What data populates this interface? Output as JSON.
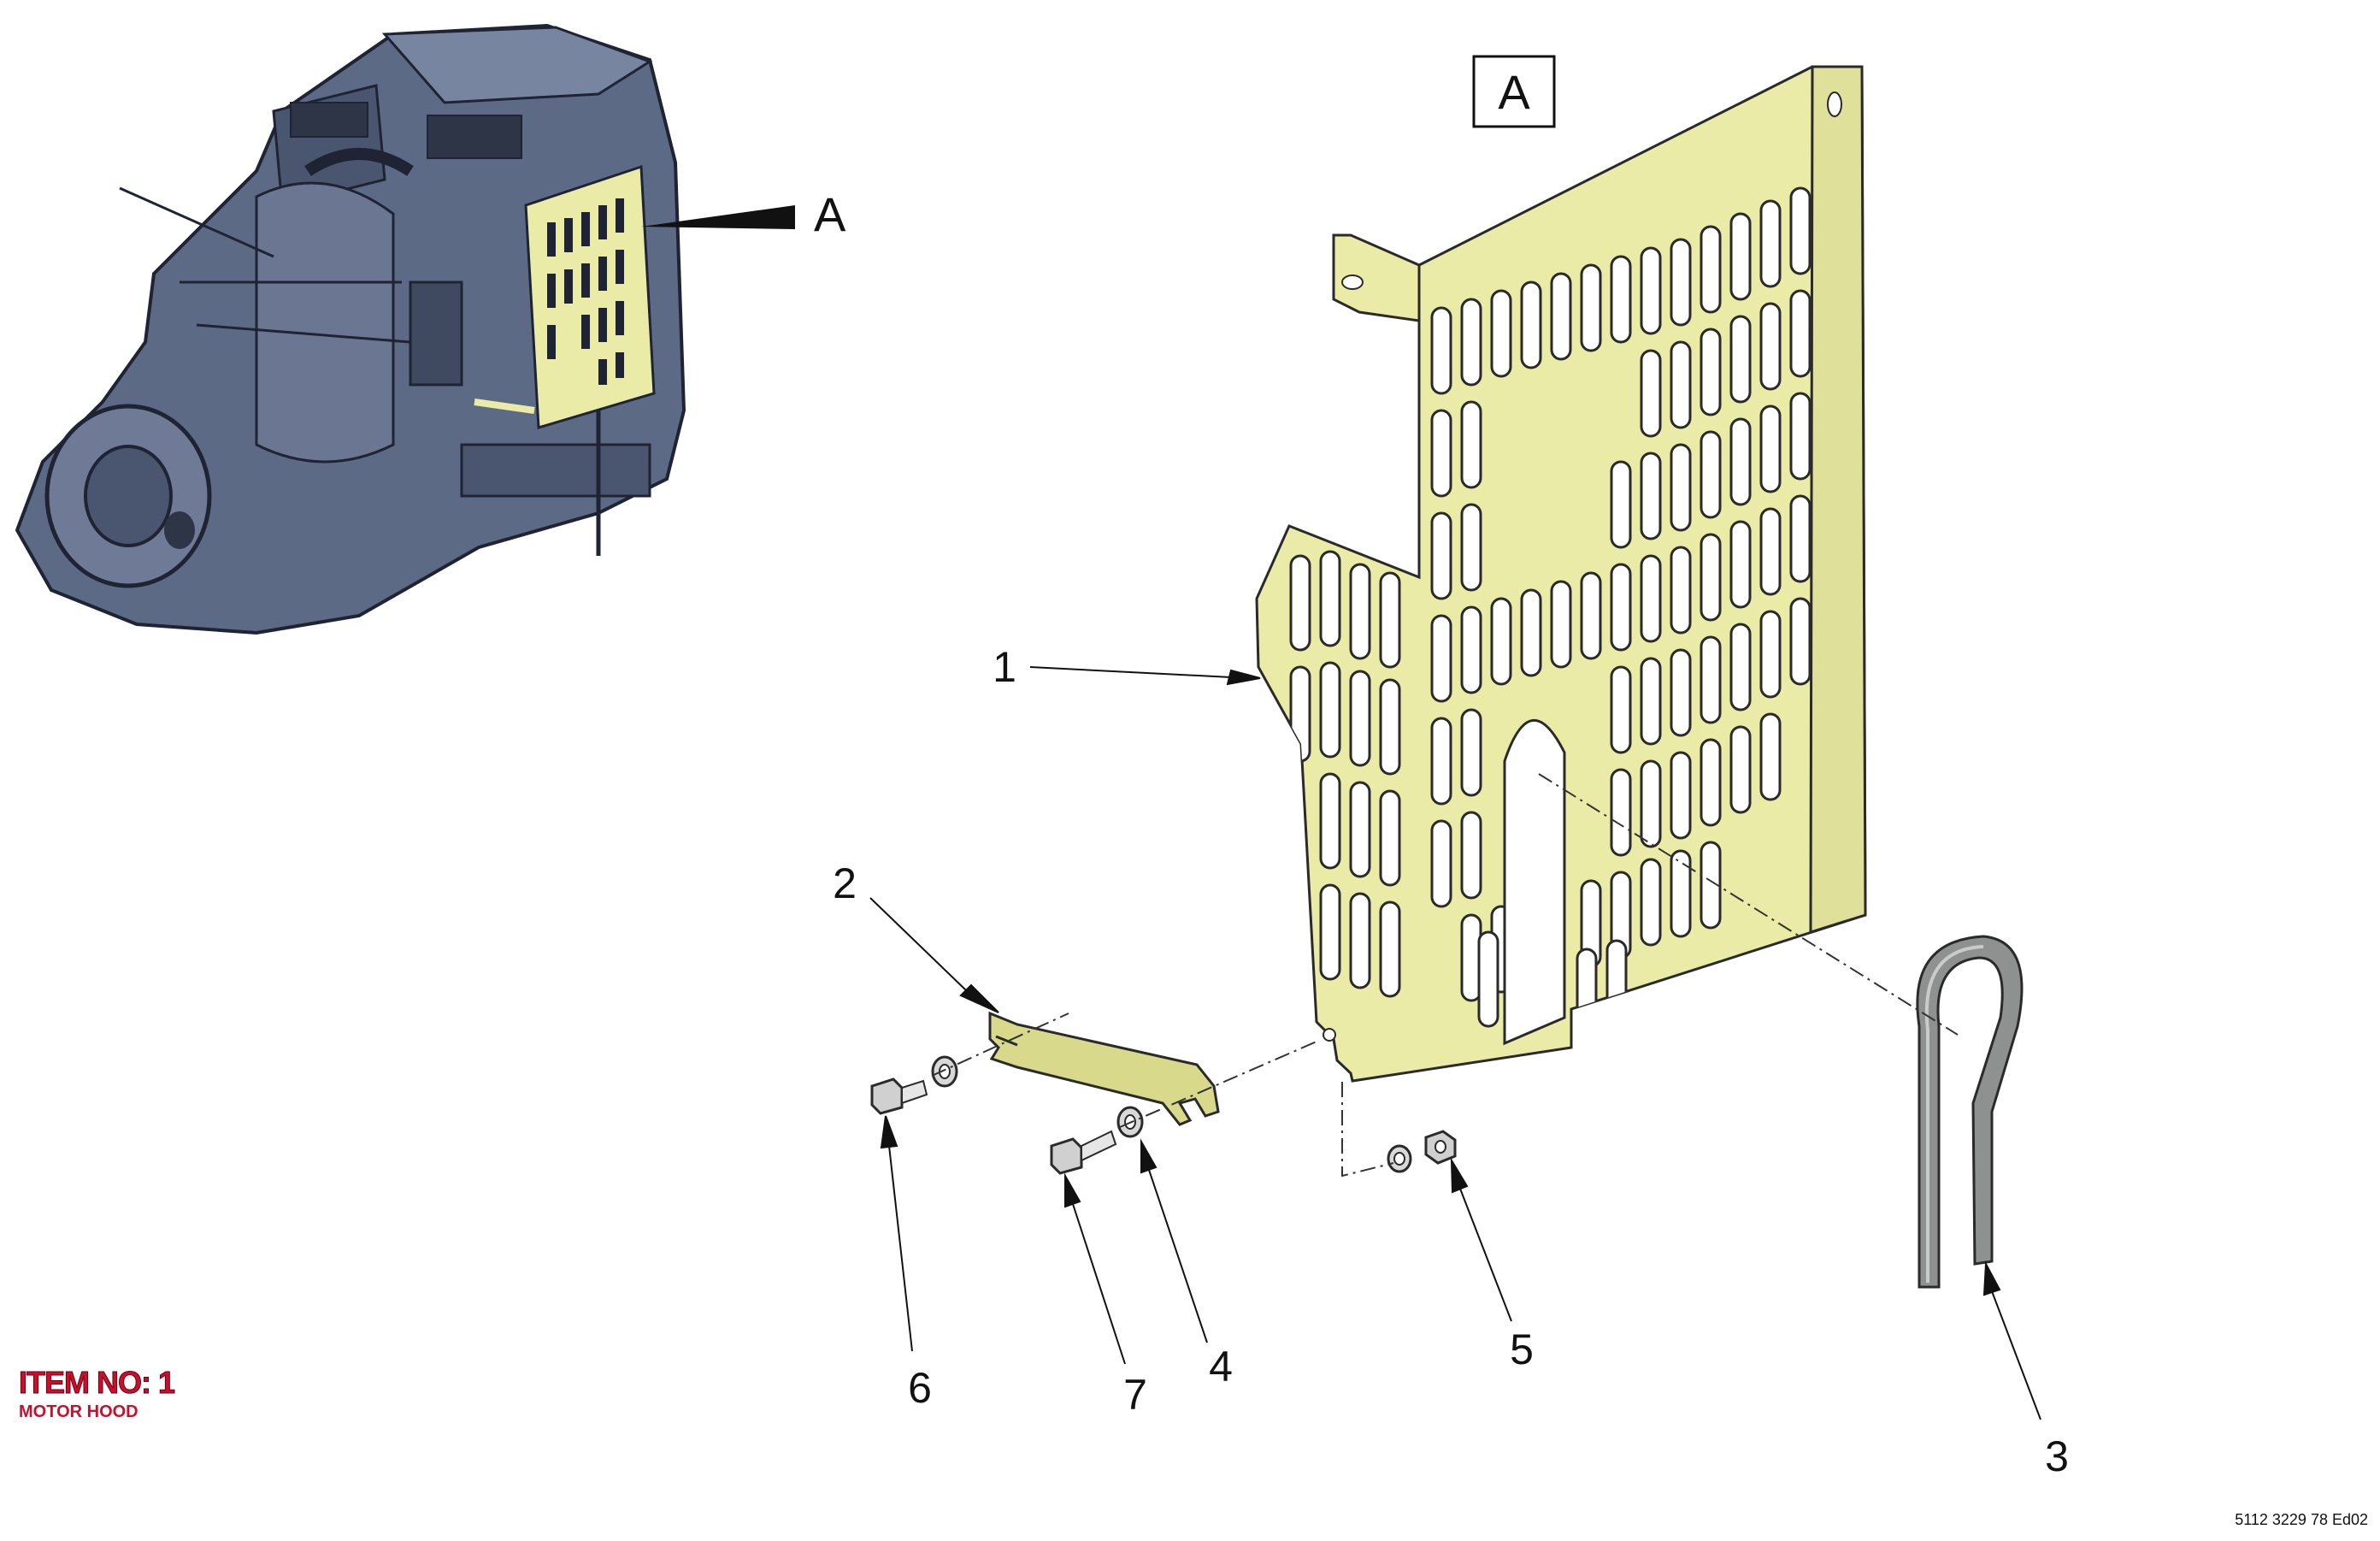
{
  "view_label": "A",
  "engine_callout": "A",
  "callouts": [
    {
      "id": "1",
      "text": "1"
    },
    {
      "id": "2",
      "text": "2"
    },
    {
      "id": "3",
      "text": "3"
    },
    {
      "id": "4",
      "text": "4"
    },
    {
      "id": "5",
      "text": "5"
    },
    {
      "id": "6",
      "text": "6"
    },
    {
      "id": "7",
      "text": "7"
    }
  ],
  "item": {
    "label": "ITEM NO: 1",
    "name": "MOTOR HOOD"
  },
  "doc_ref": "5112 3229 78 Ed02",
  "colors": {
    "panel_fill": "#eaeba6",
    "engine_fill": "#5d6a86",
    "item_red": "#c8102e"
  }
}
